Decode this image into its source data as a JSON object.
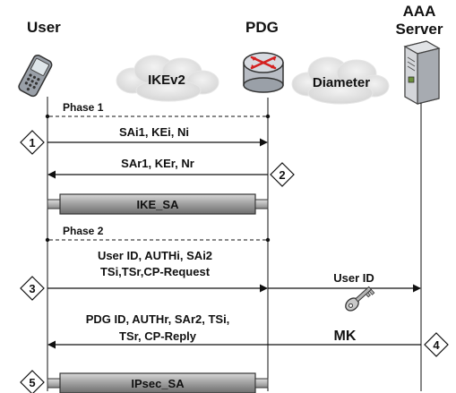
{
  "entities": {
    "user": "User",
    "pdg": "PDG",
    "aaa_line1": "AAA",
    "aaa_line2": "Server"
  },
  "clouds": {
    "ikev2": "IKEv2",
    "diameter": "Diameter"
  },
  "phases": {
    "phase1": "Phase 1",
    "phase2": "Phase 2"
  },
  "messages": {
    "m1": "SAi1, KEi, Ni",
    "m2": "SAr1, KEr, Nr",
    "m3_line1": "User ID, AUTHi, SAi2",
    "m3_line2": "TSi,TSr,CP-Request",
    "m4": "User ID",
    "m5_line1": "PDG ID, AUTHr, SAr2, TSi,",
    "m5_line2": "TSr, CP-Reply",
    "mk": "MK"
  },
  "tunnels": {
    "ike_sa": "IKE_SA",
    "ipsec_sa": "IPsec_SA"
  },
  "steps": [
    "1",
    "2",
    "3",
    "4",
    "5"
  ],
  "colors": {
    "line": "#111111",
    "tunnel": "#a9a9a9",
    "cloud": "#e4e4e4",
    "router": "#c8ccd4",
    "router_arrows": "#d42020"
  }
}
